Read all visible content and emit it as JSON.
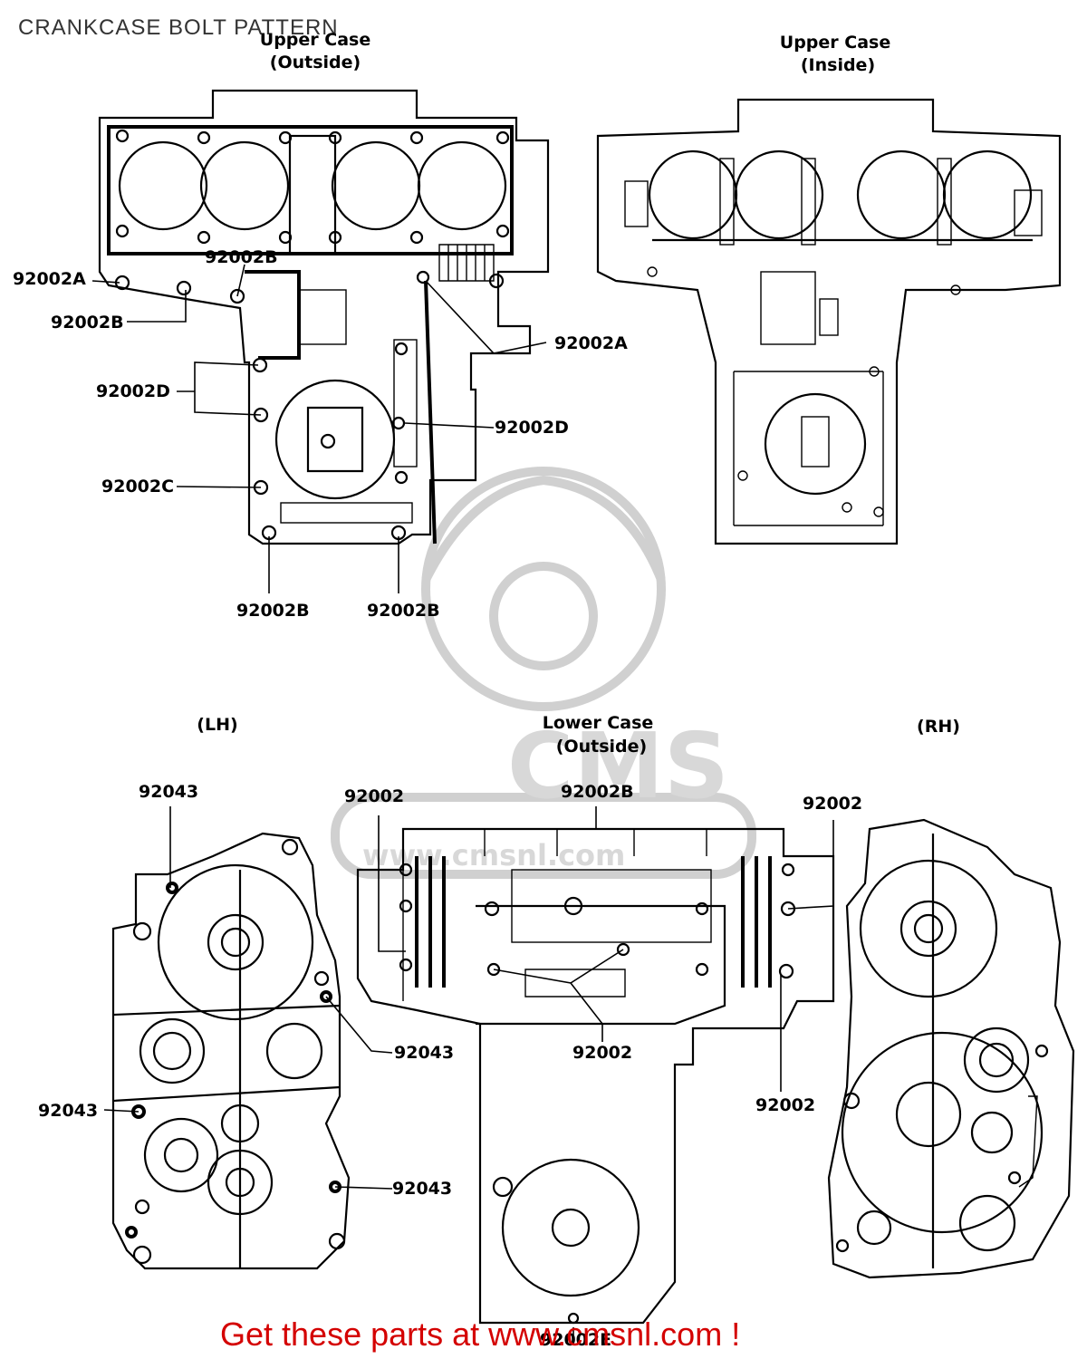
{
  "page": {
    "title": "CRANKCASE BOLT PATTERN"
  },
  "views": {
    "upper_outside": {
      "line1": "Upper Case",
      "line2": "(Outside)"
    },
    "upper_inside": {
      "line1": "Upper Case",
      "line2": "(Inside)"
    },
    "lower_outside": {
      "line1": "Lower Case",
      "line2": "(Outside)"
    },
    "lh": "(LH)",
    "rh": "(RH)"
  },
  "callouts": {
    "uo_92002A_left": "92002A",
    "uo_92002B_top": "92002B",
    "uo_92002B_left": "92002B",
    "uo_92002A_right": "92002A",
    "uo_92002D_left": "92002D",
    "uo_92002D_right": "92002D",
    "uo_92002C": "92002C",
    "uo_92002B_bottom1": "92002B",
    "uo_92002B_bottom2": "92002B",
    "lh_92043_top": "92043",
    "lh_92043_mid": "92043",
    "lh_92043_left": "92043",
    "lh_92043_low": "92043",
    "lo_92002_left": "92002",
    "lo_92002B_top": "92002B",
    "lo_92002_right": "92002",
    "lo_92002_center": "92002",
    "lo_92002_lowright": "92002",
    "lo_92002E": "92002E"
  },
  "watermark": {
    "brand": "CMS",
    "url": "www.cmsnl.com"
  },
  "footer": {
    "promo": "Get these parts at www.cmsnl.com !"
  }
}
